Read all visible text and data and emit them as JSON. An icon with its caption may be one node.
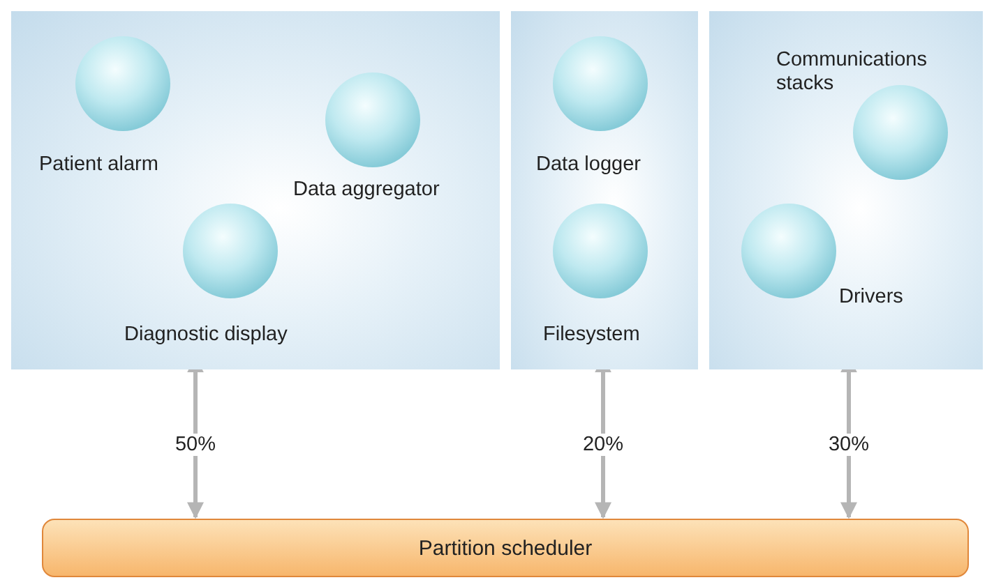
{
  "diagram": {
    "nodes": [
      {
        "text": [],
        "shape": "box"
      },
      {
        "text": [
          "Patient alarm"
        ],
        "in": 0
      },
      {
        "text": [
          "Data aggregator"
        ],
        "in": 0
      },
      {
        "text": [
          "Diagnostic display"
        ],
        "in": 0
      },
      {
        "text": [],
        "shape": "box"
      },
      {
        "text": [
          "Data logger"
        ],
        "in": 4
      },
      {
        "text": [
          "Filesystem"
        ],
        "in": 4
      },
      {
        "text": [],
        "shape": "box"
      },
      {
        "text": [
          "Communications stacks"
        ],
        "in": 7
      },
      {
        "text": [
          "Drivers"
        ],
        "in": 7
      },
      {
        "text": [
          "Partition scheduler"
        ]
      }
    ],
    "edges": [
      {
        "from": 0,
        "to": 10,
        "arrow": "both",
        "label": "50%"
      },
      {
        "from": 4,
        "to": 10,
        "arrow": "both",
        "label": "20%"
      },
      {
        "from": 7,
        "to": 10,
        "arrow": "both",
        "label": "30%"
      }
    ]
  }
}
